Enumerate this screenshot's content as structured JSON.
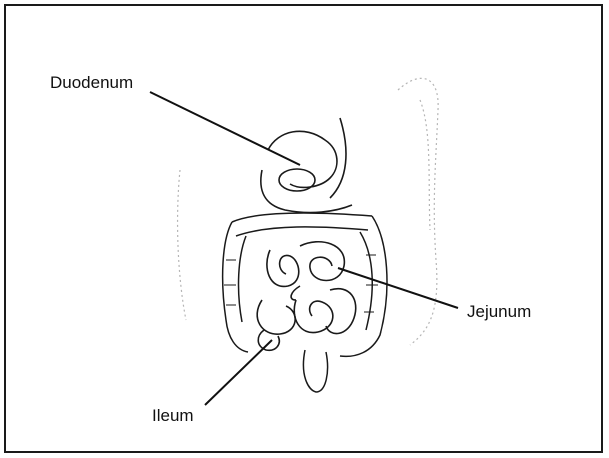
{
  "diagram": {
    "labels": {
      "duodenum": "Duodenum",
      "jejunum": "Jejunum",
      "ileum": "Ileum"
    }
  },
  "colors": {
    "ink": "#1a1a1a",
    "shading": "#9a9a9a",
    "background": "#ffffff"
  }
}
